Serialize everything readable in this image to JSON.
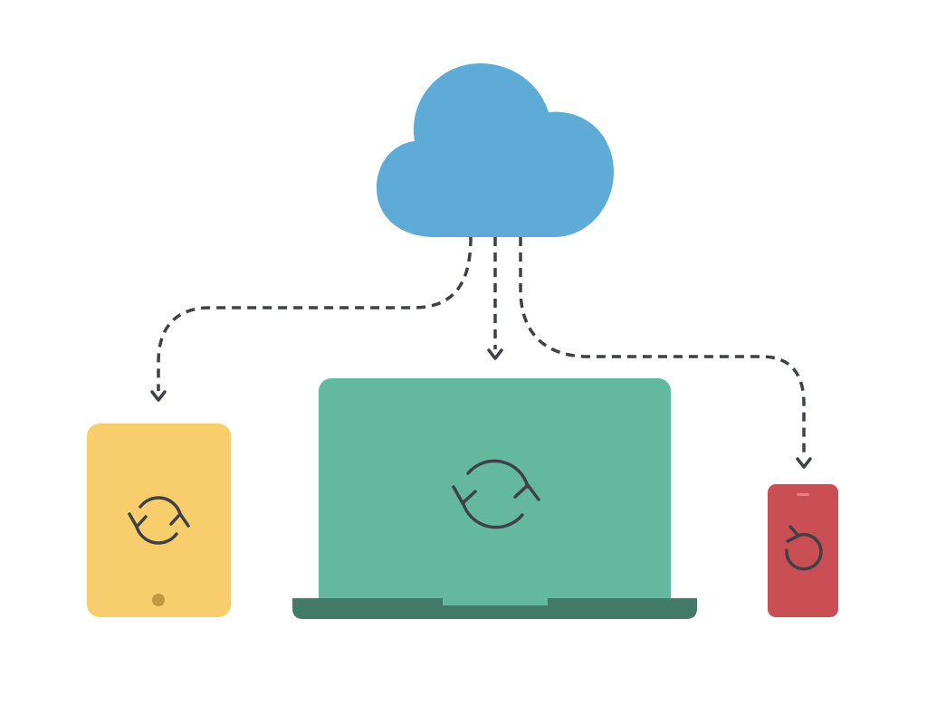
{
  "colors": {
    "background": "#ffffff",
    "cloud": "#5dabd6",
    "connector": "#3f4148",
    "tablet": "#f8ce6d",
    "tablet_button": "#c4973f",
    "laptop_screen": "#63b89e",
    "laptop_base": "#417a66",
    "phone": "#c94f55",
    "phone_speaker": "#e57f84",
    "sync_glyph": "#3f4148"
  },
  "nodes": [
    {
      "id": "cloud",
      "kind": "cloud-icon"
    },
    {
      "id": "tablet",
      "kind": "tablet-icon",
      "glyph": "sync-arrows-icon"
    },
    {
      "id": "laptop",
      "kind": "laptop-icon",
      "glyph": "sync-arrows-icon"
    },
    {
      "id": "phone",
      "kind": "smartphone-icon",
      "glyph": "refresh-arrow-icon"
    }
  ],
  "edges": [
    {
      "from": "cloud",
      "to": "tablet",
      "style": "dashed-arrow"
    },
    {
      "from": "cloud",
      "to": "laptop",
      "style": "dashed-arrow"
    },
    {
      "from": "cloud",
      "to": "phone",
      "style": "dashed-arrow"
    }
  ]
}
